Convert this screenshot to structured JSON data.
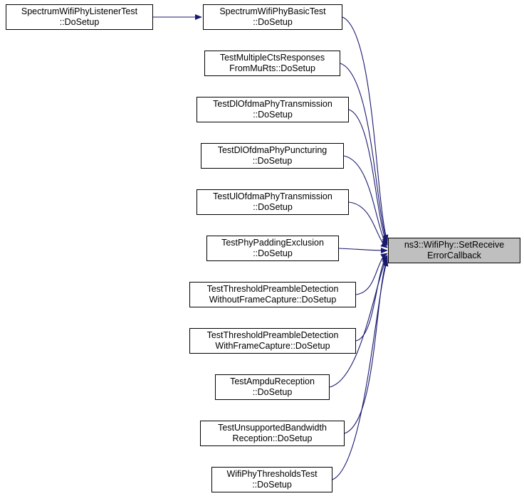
{
  "diagram": {
    "type": "doxygen-caller-graph",
    "target": {
      "id": "target",
      "line1": "ns3::WifiPhy::SetReceive",
      "line2": "ErrorCallback"
    },
    "callers": [
      {
        "id": "listener",
        "line1": "SpectrumWifiPhyListenerTest",
        "line2": "::DoSetup"
      },
      {
        "id": "basic",
        "line1": "SpectrumWifiPhyBasicTest",
        "line2": "::DoSetup"
      },
      {
        "id": "mucts",
        "line1": "TestMultipleCtsResponses",
        "line2": "FromMuRts::DoSetup"
      },
      {
        "id": "dlofdma",
        "line1": "TestDlOfdmaPhyTransmission",
        "line2": "::DoSetup"
      },
      {
        "id": "puncturing",
        "line1": "TestDlOfdmaPhyPuncturing",
        "line2": "::DoSetup"
      },
      {
        "id": "ulofdma",
        "line1": "TestUlOfdmaPhyTransmission",
        "line2": "::DoSetup"
      },
      {
        "id": "padding",
        "line1": "TestPhyPaddingExclusion",
        "line2": "::DoSetup"
      },
      {
        "id": "thrwo",
        "line1": "TestThresholdPreambleDetection",
        "line2": "WithoutFrameCapture::DoSetup"
      },
      {
        "id": "thrw",
        "line1": "TestThresholdPreambleDetection",
        "line2": "WithFrameCapture::DoSetup"
      },
      {
        "id": "ampdu",
        "line1": "TestAmpduReception",
        "line2": "::DoSetup"
      },
      {
        "id": "unsupported",
        "line1": "TestUnsupportedBandwidth",
        "line2": "Reception::DoSetup"
      },
      {
        "id": "thresholds",
        "line1": "WifiPhyThresholdsTest",
        "line2": "::DoSetup"
      }
    ],
    "edges": [
      {
        "from": "SpectrumWifiPhyListenerTest::DoSetup",
        "to": "SpectrumWifiPhyBasicTest::DoSetup"
      },
      {
        "from": "SpectrumWifiPhyBasicTest::DoSetup",
        "to": "ns3::WifiPhy::SetReceiveErrorCallback"
      },
      {
        "from": "TestMultipleCtsResponsesFromMuRts::DoSetup",
        "to": "ns3::WifiPhy::SetReceiveErrorCallback"
      },
      {
        "from": "TestDlOfdmaPhyTransmission::DoSetup",
        "to": "ns3::WifiPhy::SetReceiveErrorCallback"
      },
      {
        "from": "TestDlOfdmaPhyPuncturing::DoSetup",
        "to": "ns3::WifiPhy::SetReceiveErrorCallback"
      },
      {
        "from": "TestUlOfdmaPhyTransmission::DoSetup",
        "to": "ns3::WifiPhy::SetReceiveErrorCallback"
      },
      {
        "from": "TestPhyPaddingExclusion::DoSetup",
        "to": "ns3::WifiPhy::SetReceiveErrorCallback"
      },
      {
        "from": "TestThresholdPreambleDetectionWithoutFrameCapture::DoSetup",
        "to": "ns3::WifiPhy::SetReceiveErrorCallback"
      },
      {
        "from": "TestThresholdPreambleDetectionWithFrameCapture::DoSetup",
        "to": "ns3::WifiPhy::SetReceiveErrorCallback"
      },
      {
        "from": "TestAmpduReception::DoSetup",
        "to": "ns3::WifiPhy::SetReceiveErrorCallback"
      },
      {
        "from": "TestUnsupportedBandwidthReception::DoSetup",
        "to": "ns3::WifiPhy::SetReceiveErrorCallback"
      },
      {
        "from": "WifiPhyThresholdsTest::DoSetup",
        "to": "ns3::WifiPhy::SetReceiveErrorCallback"
      }
    ],
    "colors": {
      "edge": "#191970",
      "node_fill": "#ffffff",
      "node_border": "#000000",
      "target_fill": "#bfbfbf",
      "text": "#000000"
    }
  }
}
